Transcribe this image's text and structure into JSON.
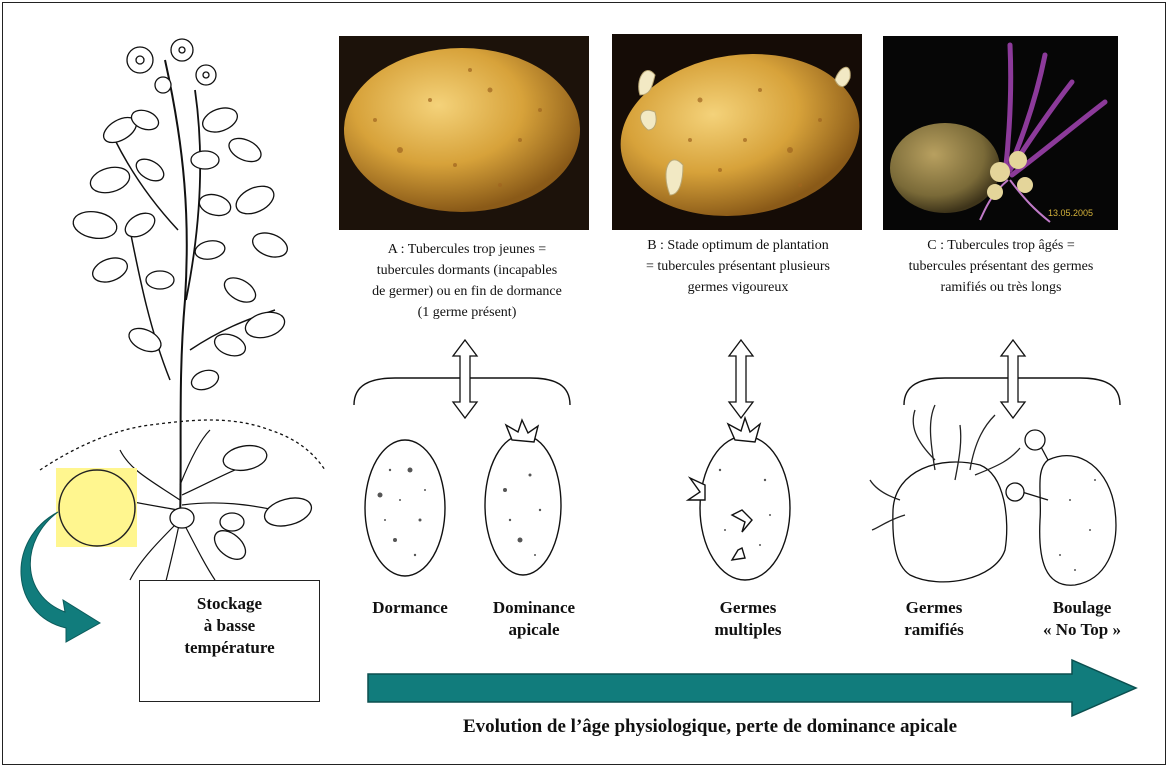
{
  "captions": {
    "a": [
      "A : Tubercules trop jeunes =",
      "tubercules dormants (incapables",
      "de germer) ou en fin de dormance",
      "(1 germe présent)"
    ],
    "b": [
      "B : Stade optimum de plantation",
      "= tubercules présentant plusieurs",
      "germes vigoureux"
    ],
    "c": [
      "C : Tubercules trop âgés =",
      "tubercules présentant des germes",
      "ramifiés ou très longs"
    ]
  },
  "photo_c_date": "13.05.2005",
  "stages": {
    "dormance": [
      "Dormance"
    ],
    "dominance": [
      "Dominance",
      "apicale"
    ],
    "multiples": [
      "Germes",
      "multiples"
    ],
    "ramifies": [
      "Germes",
      "ramifiés"
    ],
    "boulage": [
      "Boulage",
      "« No Top »"
    ]
  },
  "storage": [
    "Stockage",
    "à basse",
    "température"
  ],
  "footer": "Evolution de l’âge physiologique, perte de dominance apicale",
  "colors": {
    "arrow_teal": "#117c7c",
    "highlight_yellow": "#fff68f",
    "tuber_yellow": "#d9a93b",
    "sprout_purple": "#8c3a9a"
  }
}
